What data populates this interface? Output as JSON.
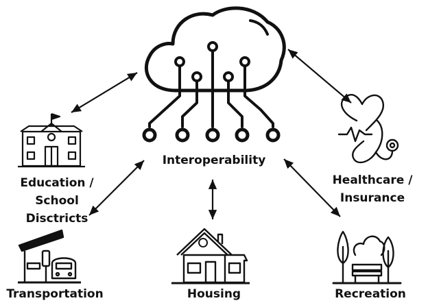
{
  "center": {
    "label": "Interoperability",
    "icon": "cloud-circuit-icon"
  },
  "nodes": {
    "education": {
      "lines": [
        "Education /",
        "School",
        "Disctricts"
      ],
      "icon": "school-building-icon"
    },
    "healthcare": {
      "lines": [
        "Healthcare /",
        "Insurance"
      ],
      "icon": "stethoscope-icon"
    },
    "transportation": {
      "label": "Transportation",
      "icon": "train-station-icon"
    },
    "housing": {
      "label": "Housing",
      "icon": "house-icon"
    },
    "recreation": {
      "label": "Recreation",
      "icon": "park-bench-trees-icon"
    }
  },
  "colors": {
    "ink": "#111111",
    "background": "#ffffff"
  }
}
